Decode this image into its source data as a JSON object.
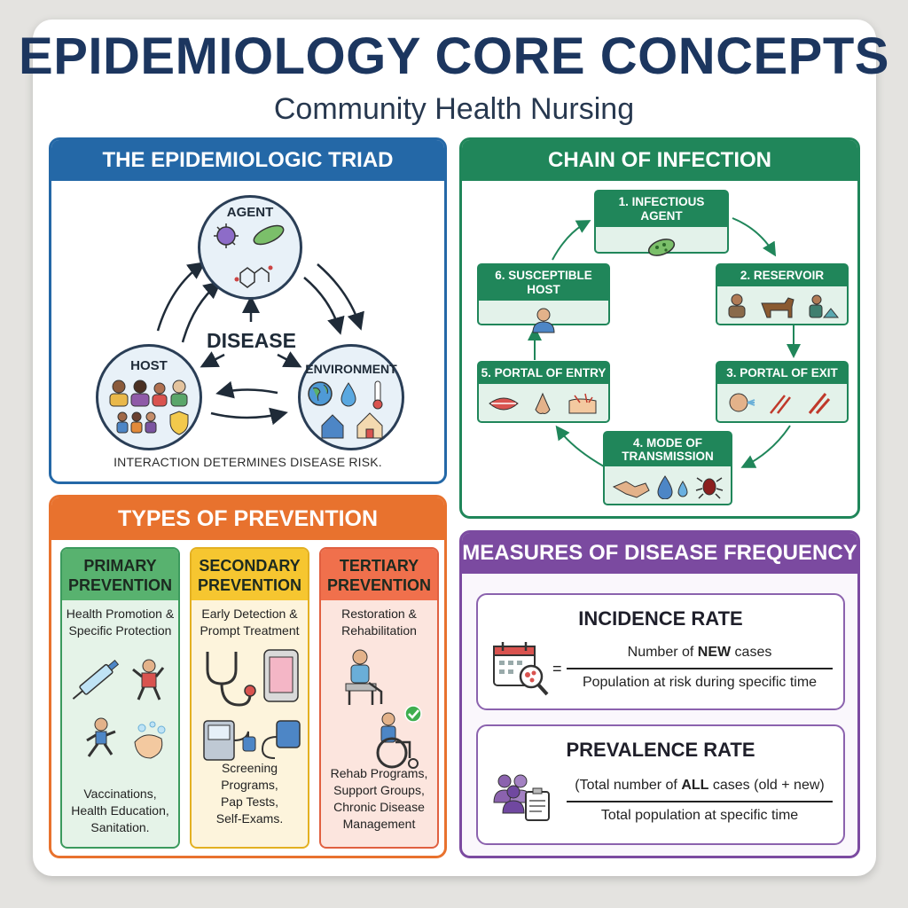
{
  "header": {
    "title": "EPIDEMIOLOGY CORE CONCEPTS",
    "subtitle": "Community Health Nursing"
  },
  "triad": {
    "title": "THE EPIDEMIOLOGIC TRIAD",
    "agent": "AGENT",
    "host": "HOST",
    "environment": "ENVIRONMENT",
    "center": "DISEASE",
    "note": "INTERACTION DETERMINES DISEASE RISK."
  },
  "chain": {
    "title": "CHAIN OF INFECTION",
    "steps": [
      "1. INFECTIOUS AGENT",
      "2. RESERVOIR",
      "3. PORTAL OF EXIT",
      "4. MODE OF TRANSMISSION",
      "5. PORTAL OF ENTRY",
      "6. SUSCEPTIBLE HOST"
    ]
  },
  "prevention": {
    "title": "TYPES OF PREVENTION",
    "primary": {
      "title_1": "PRIMARY",
      "title_2": "PREVENTION",
      "subtitle_1": "Health Promotion &",
      "subtitle_2": "Specific Protection",
      "examples_1": "Vaccinations,",
      "examples_2": "Health Education,",
      "examples_3": "Sanitation."
    },
    "secondary": {
      "title_1": "SECONDARY",
      "title_2": "PREVENTION",
      "subtitle_1": "Early Detection &",
      "subtitle_2": "Prompt Treatment",
      "examples_1": "Screening Programs,",
      "examples_2": "Pap Tests,",
      "examples_3": "Self-Exams."
    },
    "tertiary": {
      "title_1": "TERTIARY",
      "title_2": "PREVENTION",
      "subtitle_1": "Restoration &",
      "subtitle_2": "Rehabilitation",
      "examples_1": "Rehab Programs,",
      "examples_2": "Support Groups,",
      "examples_3": "Chronic Disease",
      "examples_4": "Management"
    }
  },
  "measures": {
    "title": "MEASURES OF DISEASE FREQUENCY",
    "incidence": {
      "title": "INCIDENCE RATE",
      "num_pre": "Number of ",
      "num_bold": "NEW",
      "num_post": " cases",
      "denominator": "Population at risk during specific time",
      "equals": "="
    },
    "prevalence": {
      "title": "PREVALENCE RATE",
      "num_pre": "(Total number of ",
      "num_bold": "ALL",
      "num_post": " cases (old + new)",
      "denominator": "Total population at specific time"
    }
  },
  "colors": {
    "navy": "#1c365f",
    "blue": "#2468a7",
    "green": "#20865a",
    "orange": "#e8722e",
    "purple": "#7b4aa0"
  }
}
